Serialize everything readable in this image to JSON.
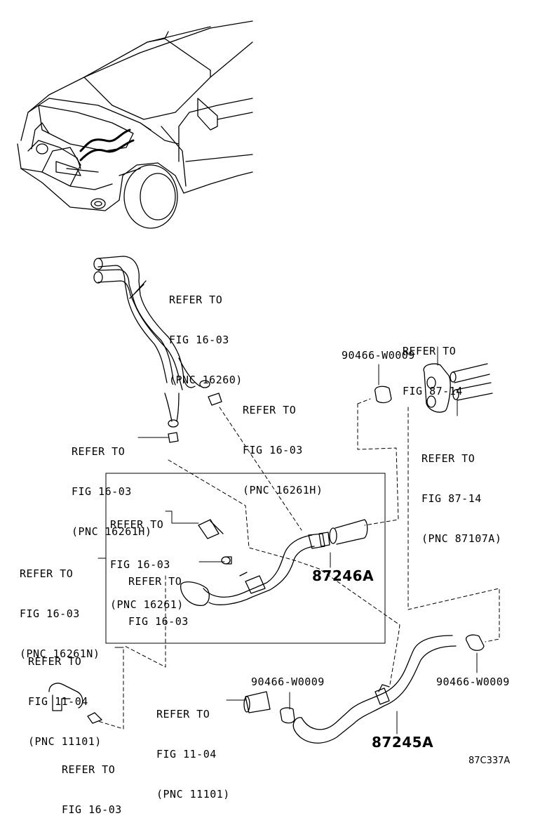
{
  "callouts": {
    "c1": [
      "REFER TO",
      "FIG 16-03",
      "(PNC 16260)"
    ],
    "c2": [
      "REFER TO",
      "FIG 16-03",
      "(PNC 16261H)"
    ],
    "c3": [
      "REFER TO",
      "FIG 16-03",
      "(PNC 16261H)"
    ],
    "c4": [
      "REFER TO",
      "FIG 87-14"
    ],
    "c5": [
      "REFER TO",
      "FIG 87-14",
      "(PNC 87107A)"
    ],
    "c6": [
      "REFER TO",
      "FIG 16-03",
      "(PNC 16261)"
    ],
    "c7": [
      "REFER TO",
      "FIG 16-03"
    ],
    "c8": [
      "REFER TO",
      "FIG 16-03",
      "(PNC 16261N)"
    ],
    "c9": [
      "REFER TO",
      "FIG 11-04",
      "(PNC 11101)"
    ],
    "c10": [
      "REFER TO",
      "FIG 11-04",
      "(PNC 11101)"
    ],
    "c11": [
      "REFER TO",
      "FIG 16-03"
    ]
  },
  "part_numbers": {
    "clamp_top": "90466-W0009",
    "clamp_right": "90466-W0009",
    "clamp_bottom": "90466-W0009",
    "hose_inlet": "87246A",
    "hose_outlet": "87245A"
  },
  "figure_code": "87C337A"
}
